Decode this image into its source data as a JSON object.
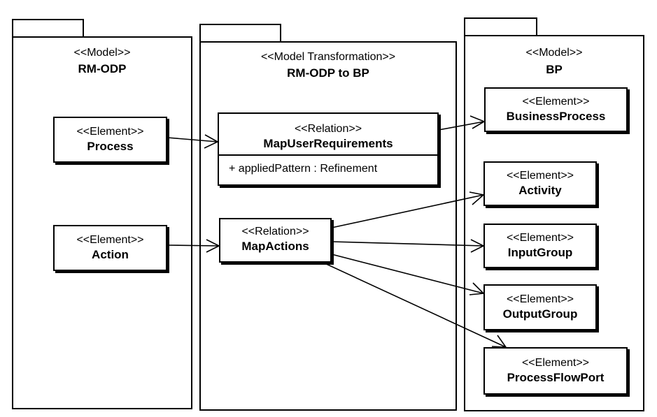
{
  "packages": {
    "rm_odp": {
      "stereotype": "<<Model>>",
      "name": "RM-ODP"
    },
    "transformation": {
      "stereotype": "<<Model Transformation>>",
      "name": "RM-ODP to BP"
    },
    "bp": {
      "stereotype": "<<Model>>",
      "name": "BP"
    }
  },
  "elements": {
    "process": {
      "stereotype": "<<Element>>",
      "name": "Process"
    },
    "action": {
      "stereotype": "<<Element>>",
      "name": "Action"
    },
    "business_process": {
      "stereotype": "<<Element>>",
      "name": "BusinessProcess"
    },
    "activity": {
      "stereotype": "<<Element>>",
      "name": "Activity"
    },
    "input_group": {
      "stereotype": "<<Element>>",
      "name": "InputGroup"
    },
    "output_group": {
      "stereotype": "<<Element>>",
      "name": "OutputGroup"
    },
    "process_flow_port": {
      "stereotype": "<<Element>>",
      "name": "ProcessFlowPort"
    }
  },
  "relations": {
    "map_user_requirements": {
      "stereotype": "<<Relation>>",
      "name": "MapUserRequirements",
      "attribute": "+ appliedPattern : Refinement"
    },
    "map_actions": {
      "stereotype": "<<Relation>>",
      "name": "MapActions"
    }
  }
}
